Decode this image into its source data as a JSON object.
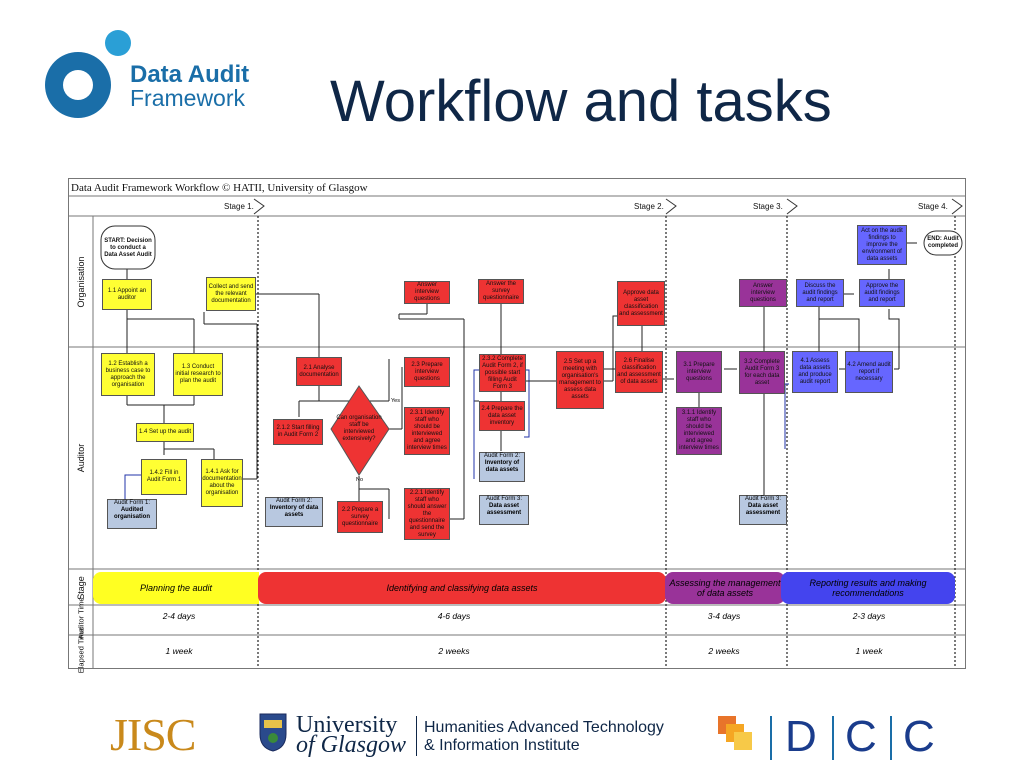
{
  "logo": {
    "line1": "Data Audit",
    "line2": "Framework"
  },
  "slide_title": "Workflow and tasks",
  "workflow": {
    "header": "Data Audit Framework Workflow © HATII, University of Glasgow",
    "stages": [
      "Stage 1.",
      "Stage 2.",
      "Stage 3.",
      "Stage 4."
    ],
    "lanes": {
      "organisation": "Organisation",
      "auditor": "Auditor",
      "stage": "Stage",
      "auditor_time": "Auditor Time",
      "elapsed_time": "Elapsed Time"
    },
    "boxes": {
      "start": "START: Decision to conduct a Data Asset Audit",
      "b11": "1.1 Appoint an auditor",
      "collect": "Collect and send the relevant documentation",
      "b12": "1.2 Establish a business case to approach the organisation",
      "b13": "1.3 Conduct initial research to plan the audit",
      "b14": "1.4 Set up the audit",
      "b142": "1.4.2 Fill in Audit Form 1",
      "b141": "1.4.1 Ask for documentation about the organisation",
      "form1": "Audit Form 1:",
      "form1b": "Audited organisation",
      "ans1": "Answer interview questions",
      "ans2": "Answer the survey questionnaire",
      "b21": "2.1 Analyse documentation",
      "b212": "2.1.2 Start filling in Audit Form 2",
      "decision": "Can organisation staff be interviewed extensively?",
      "yes": "Yes",
      "no": "No",
      "b23": "2.3 Prepare interview questions",
      "b231": "2.3.1 Identify staff who should be interviewed and agree interview times",
      "b22": "2.2 Prepare a survey questionnaire",
      "b221": "2.2.1 Identify staff who should answer the questionnaire and send the survey",
      "b232": "2.3.2 Complete Audit Form 2, if possible start filling Audit Form 3",
      "b24": "2.4 Prepare the data asset inventory",
      "form2": "Audit Form 2:",
      "form2b": "Inventory of data assets",
      "form3": "Audit Form 3:",
      "form3b": "Data asset assessment",
      "b25": "2.5 Set up a meeting with organisation's management to assess data assets",
      "approve": "Approve data asset classification and assessment",
      "b26": "2.6 Finalise classification and assessment of data assets",
      "b31": "3.1 Prepare interview questions",
      "b311": "3.1.1 Identify staff who should be interviewed and agree interview times",
      "ans3": "Answer interview questions",
      "b32": "3.2 Complete Audit Form 3 for each data asset",
      "discuss": "Discuss the audit findings and report",
      "approve2": "Approve the audit findings and report",
      "act": "Act on the audit findings to improve the environment of data assets",
      "end": "END: Audit completed",
      "b41": "4.1 Assess data assets and produce audit report",
      "b42": "4.2 Amend audit report if necessary"
    },
    "phases": [
      "Planning the audit",
      "Identifying and classifying data assets",
      "Assessing the management of data assets",
      "Reporting results and making recommendations"
    ],
    "auditor_time": [
      "2-4 days",
      "4-6 days",
      "3-4 days",
      "2-3 days"
    ],
    "elapsed_time": [
      "1 week",
      "2 weeks",
      "2 weeks",
      "1 week"
    ]
  },
  "footer": {
    "jisc": "JISC",
    "uni1": "University",
    "uni2": "of Glasgow",
    "hati1": "Humanities Advanced Technology",
    "hati2": "& Information Institute",
    "dcc": [
      "D",
      "C",
      "C"
    ]
  },
  "colors": {
    "accent_blue": "#1a6ea8",
    "title_navy": "#0f2747",
    "yellow": "#ffff33",
    "red": "#ee3333",
    "purple": "#993399",
    "blue": "#6666ff"
  }
}
